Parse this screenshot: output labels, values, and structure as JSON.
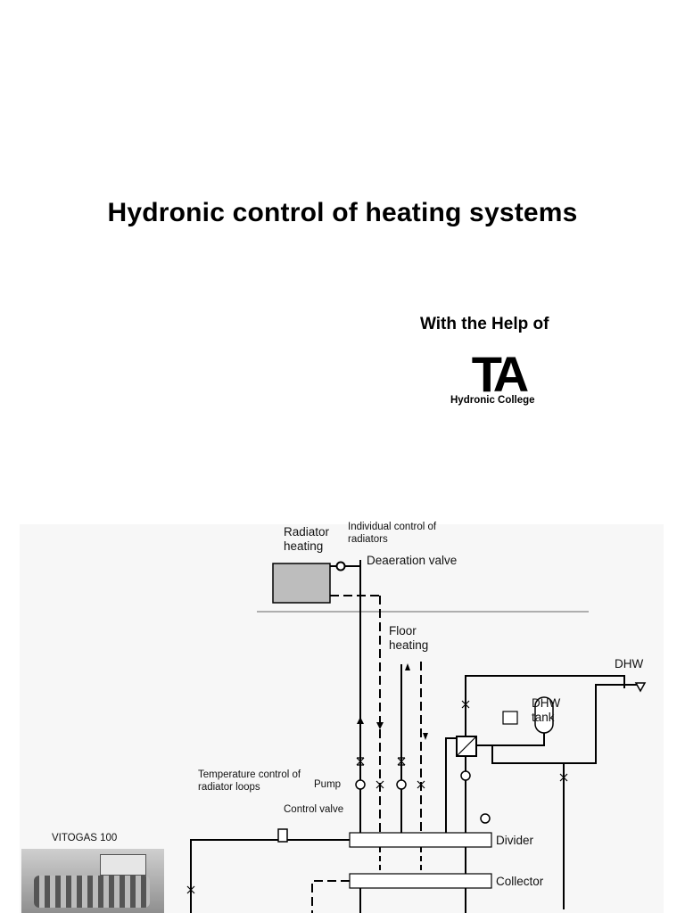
{
  "slide": {
    "title": "Hydronic control of heating systems",
    "subtitle": "With the Help of",
    "logo": {
      "mark": "TA",
      "caption": "Hydronic College"
    }
  },
  "diagram": {
    "labels": {
      "radiator_heating": "Radiator heating",
      "individual_control": "Individual control of radiators",
      "deaeration_valve": "Deaeration valve",
      "floor_heating": "Floor heating",
      "dhw": "DHW",
      "dhw_tank": "DHW tank",
      "temperature_control": "Temperature control of radiator loops",
      "pump": "Pump",
      "control_valve": "Control valve",
      "divider": "Divider",
      "collector": "Collector",
      "boiler": "VITOGAS 100"
    }
  }
}
